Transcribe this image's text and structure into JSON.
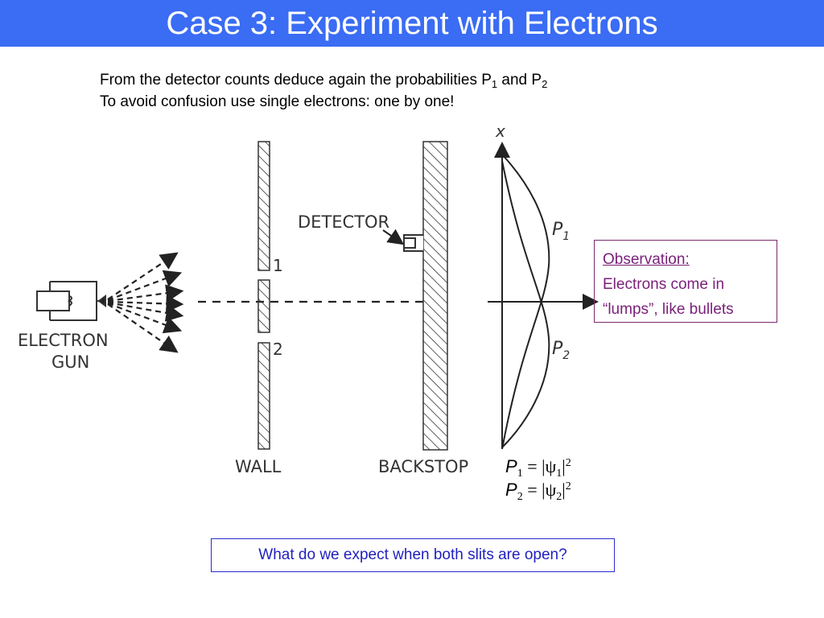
{
  "slide": {
    "title": "Case 3: Experiment with Electrons",
    "intro_line1_text": "From the detector counts deduce again the probabilities  P",
    "intro_line1_sub1": "1",
    "intro_line1_mid": " and P",
    "intro_line1_sub2": "2",
    "intro_line2": "To avoid confusion use single electrons: one by one!"
  },
  "diagram": {
    "label_detector": "DETECTOR",
    "label_gun_1": "ELECTRON",
    "label_gun_2": "GUN",
    "label_wall": "WALL",
    "label_backstop": "BACKSTOP",
    "label_slit_1": "1",
    "label_slit_2": "2",
    "label_axis_x": "x",
    "label_p1_main": "P",
    "label_p1_sub": "1",
    "label_p2_main": "P",
    "label_p2_sub": "2"
  },
  "formulas": {
    "f1_lhs": "P",
    "f1_lhs_sub": "1",
    "f1_eq": " = |ψ",
    "f1_psi_sub": "1",
    "f1_close": "|",
    "f1_exp": "2",
    "f2_lhs": "P",
    "f2_lhs_sub": "2",
    "f2_eq": " = |ψ",
    "f2_psi_sub": "2",
    "f2_close": "|",
    "f2_exp": "2"
  },
  "observation": {
    "title": "Observation:",
    "line1": "Electrons come in",
    "line2": "“lumps”, like bullets"
  },
  "question": {
    "text": "What do we expect when both slits are open?"
  },
  "colors": {
    "title_bar": "#3a6cf4",
    "observation_text": "#7a1f79",
    "question_text": "#1f1fbf"
  }
}
